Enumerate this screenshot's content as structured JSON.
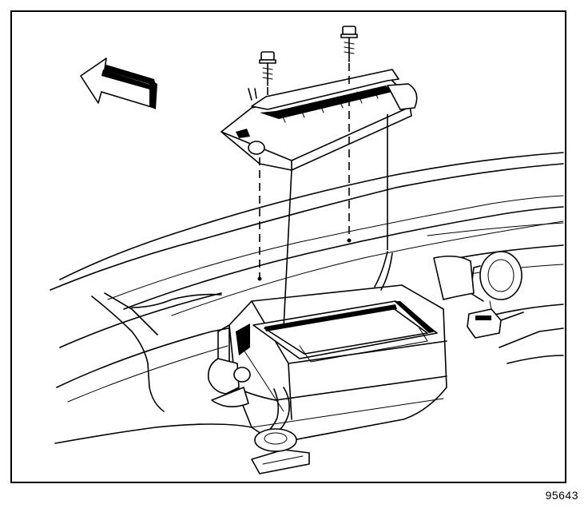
{
  "figure_number": "95643",
  "colors": {
    "ink": "#000000",
    "paper": "#ffffff"
  },
  "icons": [
    "front-direction-arrow-icon"
  ],
  "parts": [
    "upper-module-housing",
    "mounting-bolt-left",
    "mounting-bolt-right",
    "hvac-module-lower-case",
    "cowl-panel",
    "blower-motor",
    "harness-connector",
    "drain-hose"
  ]
}
